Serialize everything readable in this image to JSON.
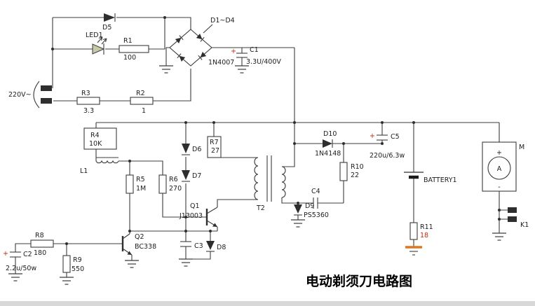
{
  "title": "电动剃须刀电路图",
  "power": {
    "ac_label": "220V~"
  },
  "components": {
    "d5": {
      "ref": "D5"
    },
    "led1": {
      "ref": "LED1"
    },
    "r1": {
      "ref": "R1",
      "value": "100"
    },
    "r3": {
      "ref": "R3",
      "value": "3.3"
    },
    "r2": {
      "ref": "R2",
      "value": "1"
    },
    "bridge": {
      "ref": "D1~D4",
      "part": "1N4007"
    },
    "c1": {
      "ref": "C1",
      "value": "3.3U/400V",
      "polarity": "+"
    },
    "r4": {
      "ref": "R4",
      "value": "10K"
    },
    "l1": {
      "ref": "L1"
    },
    "r5": {
      "ref": "R5",
      "value": "1M"
    },
    "r6": {
      "ref": "R6",
      "value": "270"
    },
    "d6": {
      "ref": "D6"
    },
    "d7": {
      "ref": "D7"
    },
    "r7": {
      "ref": "R7",
      "value": "27"
    },
    "q1": {
      "ref": "Q1",
      "part": "J13003"
    },
    "q2": {
      "ref": "Q2",
      "part": "BC338"
    },
    "c3": {
      "ref": "C3"
    },
    "d8": {
      "ref": "D8"
    },
    "t2": {
      "ref": "T2"
    },
    "d9": {
      "ref": "D9",
      "part": "PS5360"
    },
    "c4": {
      "ref": "C4"
    },
    "d10": {
      "ref": "D10",
      "part": "1N4148"
    },
    "r10": {
      "ref": "R10",
      "value": "22"
    },
    "c5": {
      "ref": "C5",
      "value": "220u/6.3w",
      "polarity": "+"
    },
    "battery": {
      "ref": "BATTERY1"
    },
    "r11": {
      "ref": "R11",
      "value": "18"
    },
    "motor": {
      "ref": "M",
      "symbol": "A",
      "plus": "+",
      "minus": "-"
    },
    "k1": {
      "ref": "K1"
    },
    "r8": {
      "ref": "R8",
      "value": "180"
    },
    "c2": {
      "ref": "C2",
      "value": "2.2u/50w",
      "polarity": "+"
    },
    "r9": {
      "ref": "R9",
      "value": "550"
    }
  }
}
